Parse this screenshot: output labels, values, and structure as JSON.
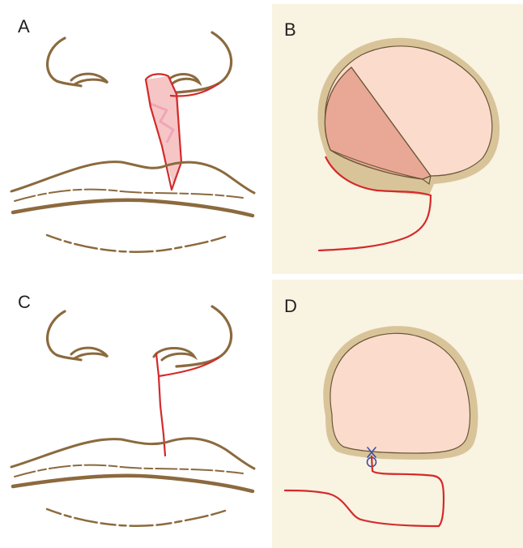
{
  "panels": [
    {
      "id": "A",
      "label": "A"
    },
    {
      "id": "B",
      "label": "B"
    },
    {
      "id": "C",
      "label": "C"
    },
    {
      "id": "D",
      "label": "D"
    }
  ],
  "colors": {
    "lip_outline": "#8b6a3e",
    "incision_red": "#d42a2a",
    "flap_fill_light": "#f6c6c6",
    "skin_background": "#f9f3e2",
    "mucosa_fill": "#fbdccc",
    "mucosa_fill_dark": "#e9a895",
    "mucosa_rim": "#d9c49a",
    "suture_blue": "#3a4fa0"
  }
}
